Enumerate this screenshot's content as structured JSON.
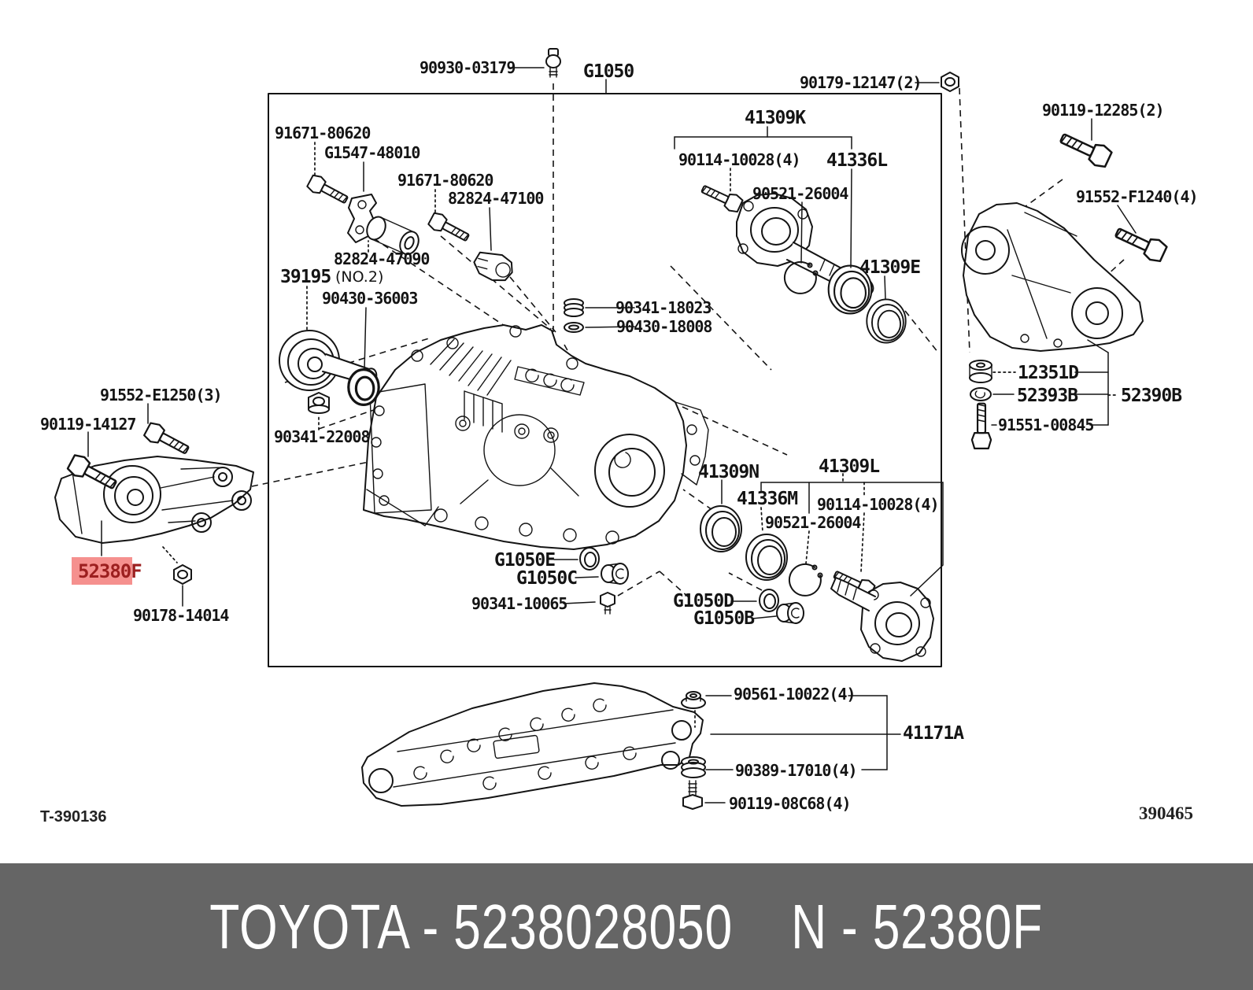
{
  "diagram": {
    "corner_left": "T-390136",
    "corner_right": "390465",
    "highlight": {
      "bg": "#f5908e",
      "fg": "#9c1f1f"
    },
    "parts": {
      "p90930_03179": "90930-03179",
      "g1050": "G1050",
      "p90179_12147": "90179-12147(2)",
      "p91671_80620": "91671-80620",
      "g1547_48010": "G1547-48010",
      "p82824_47100": "82824-47100",
      "p82824_47090": "82824-47090",
      "p39195": "39195",
      "p39195_note": "(NO.2)",
      "p90430_36003": "90430-36003",
      "p90341_22008": "90341-22008",
      "p90341_18023": "90341-18023",
      "p90430_18008": "90430-18008",
      "p41309K": "41309K",
      "p90114_10028": "90114-10028(4)",
      "p41336L": "41336L",
      "p90521_26004": "90521-26004",
      "p41309E": "41309E",
      "p90119_12285": "90119-12285(2)",
      "p91552_F1240": "91552-F1240(4)",
      "p12351D": "12351D",
      "p52393B": "52393B",
      "p52390B": "52390B",
      "p91551_00845": "91551-00845",
      "p91552_E1250": "91552-E1250(3)",
      "p90119_14127": "90119-14127",
      "p52380F": "52380F",
      "p90178_14014": "90178-14014",
      "p41309N": "41309N",
      "p41336M": "41336M",
      "p41309L": "41309L",
      "g1050E": "G1050E",
      "g1050C": "G1050C",
      "p90341_10065": "90341-10065",
      "g1050D": "G1050D",
      "g1050B": "G1050B",
      "p90561_10022": "90561-10022(4)",
      "p41171A": "41171A",
      "p90389_17010": "90389-17010(4)",
      "p90119_08C68": "90119-08C68(4)"
    },
    "footer": {
      "left": "TOYOTA - 5238028050",
      "right": "N - 52380F",
      "bg": "#656565",
      "fg": "#ffffff"
    }
  }
}
